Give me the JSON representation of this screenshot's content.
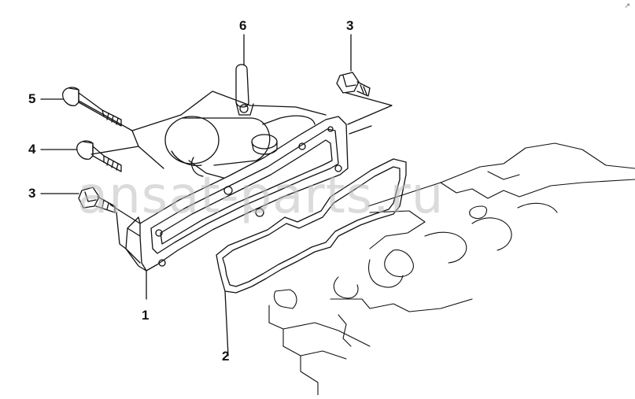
{
  "diagram": {
    "callouts": {
      "c1": "1",
      "c2": "2",
      "c3_top": "3",
      "c3_left": "3",
      "c4": "4",
      "c5": "5",
      "c6": "6"
    },
    "watermark": "ansat-parts.ru",
    "corner_mark": "↗",
    "line_color": "#111111",
    "background": "#ffffff"
  }
}
